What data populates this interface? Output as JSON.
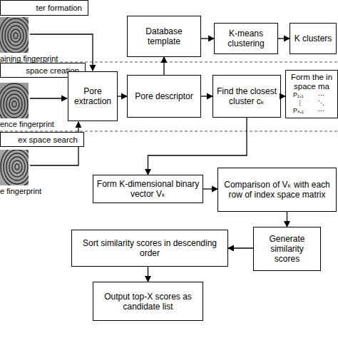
{
  "diagram": {
    "nodes": [
      {
        "text": [
          "ter formation"
        ]
      },
      {
        "text": [
          "Database template"
        ]
      },
      {
        "text": [
          "K-means clustering"
        ]
      },
      {
        "text": [
          "K clusters"
        ]
      },
      {
        "text": [
          "space creation"
        ]
      },
      {
        "text": [
          "Pore extraction"
        ]
      },
      {
        "text": [
          "Pore descriptor"
        ]
      },
      {
        "text": [
          "Find the closest cluster cₖ"
        ]
      },
      {
        "text": [
          "Form the in space ma"
        ]
      },
      {
        "text": [
          "ex space search"
        ]
      },
      {
        "text": [
          "Form K-dimensional binary vector Vₖ"
        ]
      },
      {
        "text": [
          "Comparison of Vₖ with each row of index space matrix"
        ]
      },
      {
        "text": [
          "Generate similarity scores"
        ]
      },
      {
        "text": [
          "Sort similarity scores in descending order"
        ]
      },
      {
        "text": [
          "Output top-X scores as candidate list"
        ]
      }
    ],
    "edges": [
      {
        "from": 1,
        "to": 2,
        "arrow": "to"
      },
      {
        "from": 2,
        "to": 3,
        "arrow": "to"
      },
      {
        "from": 6,
        "to": 1,
        "arrow": "to"
      },
      {
        "from": 5,
        "to": 6,
        "arrow": "to"
      },
      {
        "from": 6,
        "to": 7,
        "arrow": "to"
      },
      {
        "from": 7,
        "to": 8,
        "arrow": "to"
      },
      {
        "from": 7,
        "to": 10,
        "arrow": "to"
      },
      {
        "from": 10,
        "to": 11,
        "arrow": "to"
      },
      {
        "from": 11,
        "to": 12,
        "arrow": "to"
      },
      {
        "from": 12,
        "to": 13,
        "arrow": "to"
      },
      {
        "from": 13,
        "to": 14,
        "arrow": "to"
      }
    ],
    "labels": [
      "aining fingerprint",
      "ence fingerprint",
      "e fingerprint",
      "P₁,₁",
      "⋯",
      "⋮",
      "⋱",
      "Pₛ,₁",
      "⋯"
    ]
  }
}
